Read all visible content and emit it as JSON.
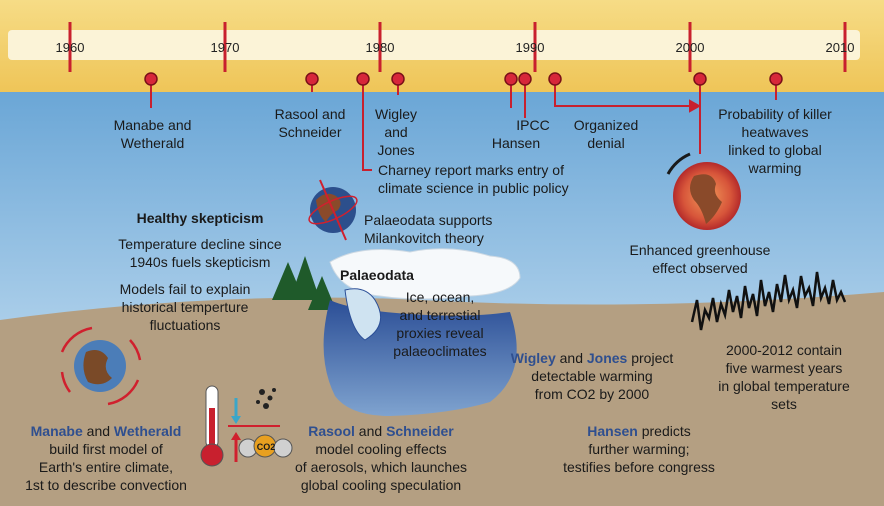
{
  "timeline": {
    "years": [
      "1960",
      "1970",
      "1980",
      "1990",
      "2000",
      "2010"
    ]
  },
  "event_labels": {
    "manabe_wetherald": "Manabe and\nWetherald",
    "rasool_schneider": "Rasool and\nSchneider",
    "wigley_jones": "Wigley\nand Jones",
    "ipcc": "IPCC",
    "hansen": "Hansen",
    "organized_denial": "Organized\ndenial",
    "killer_heatwaves": "Probability of killer\nheatwaves\nlinked to global\nwarming",
    "charney": "Charney report marks entry of\nclimate science in public policy"
  },
  "panels": {
    "healthy_skepticism_title": "Healthy skepticism",
    "healthy_skepticism_1": "Temperature decline since\n1940s fuels skepticism",
    "healthy_skepticism_2": "Models fail to explain\nhistorical temperture\nfluctuations",
    "milankovitch": "Palaeodata supports\nMilankovitch theory",
    "palaeodata_title": "Palaeodata",
    "palaeodata_body": "Ice, ocean,\nand terrestial\nproxies reveal\npalaeoclimates",
    "greenhouse": "Enhanced greenhouse\neffect observed",
    "warmest_years": "2000-2012 contain\nfive warmest years\nin global temperature\nsets",
    "manabe_name": "Manabe",
    "manabe_and": " and ",
    "wetherald_name": "Wetherald",
    "manabe_body": "build first model of\nEarth's entire climate,\n1st to describe convection",
    "rasool_name": "Rasool",
    "rasool_and": " and ",
    "schneider_name": "Schneider",
    "rasool_body": "model cooling effects\nof aerosols, which launches\nglobal cooling speculation",
    "wigley_name": "Wigley",
    "wigley_and": " and ",
    "jones_name": "Jones",
    "wigley_body": " project\ndetectable warming\nfrom CO2 by 2000",
    "hansen_name": "Hansen",
    "hansen_body": " predicts\nfurther warming;\ntestifies before congress",
    "co2_label": "CO2"
  },
  "colors": {
    "timeline_band": "#f3cf6a",
    "tick_red": "#c8202e",
    "sky_top": "#6aa6d6",
    "ground": "#b49f82",
    "name_blue": "#2f4f8f"
  }
}
